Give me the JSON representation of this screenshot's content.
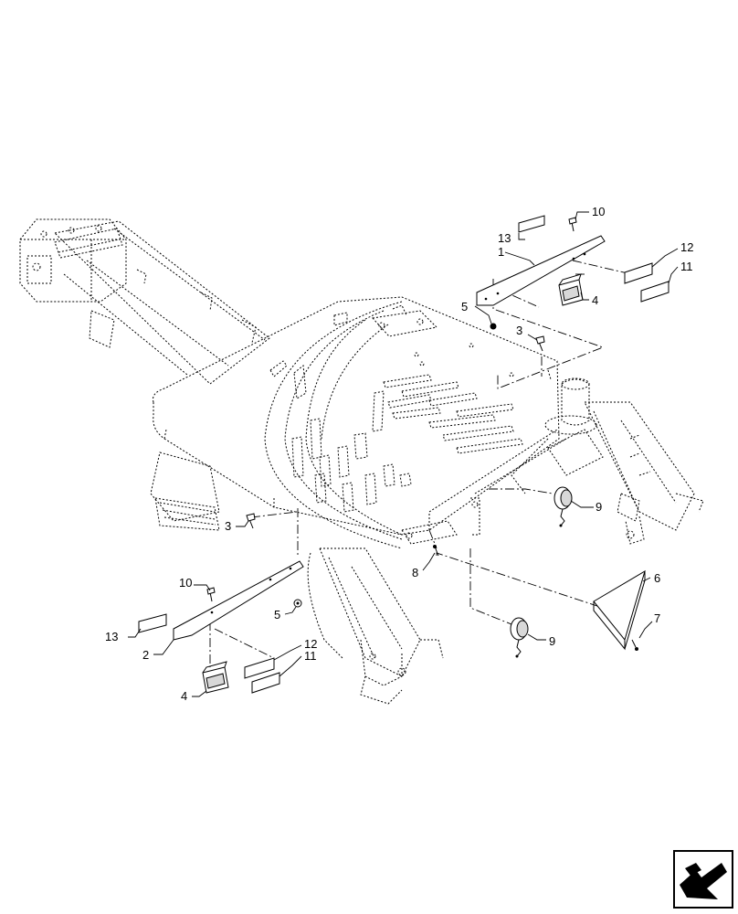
{
  "callouts": [
    {
      "id": "c13a",
      "text": "13"
    },
    {
      "id": "c10a",
      "text": "10"
    },
    {
      "id": "c1",
      "text": "1"
    },
    {
      "id": "c12a",
      "text": "12"
    },
    {
      "id": "c11a",
      "text": "11"
    },
    {
      "id": "c5a",
      "text": "5"
    },
    {
      "id": "c4a",
      "text": "4"
    },
    {
      "id": "c3a",
      "text": "3"
    },
    {
      "id": "c9a",
      "text": "9"
    },
    {
      "id": "c3b",
      "text": "3"
    },
    {
      "id": "c8",
      "text": "8"
    },
    {
      "id": "c6",
      "text": "6"
    },
    {
      "id": "c10b",
      "text": "10"
    },
    {
      "id": "c5b",
      "text": "5"
    },
    {
      "id": "c13b",
      "text": "13"
    },
    {
      "id": "c2",
      "text": "2"
    },
    {
      "id": "c12b",
      "text": "12"
    },
    {
      "id": "c11b",
      "text": "11"
    },
    {
      "id": "c4b",
      "text": "4"
    },
    {
      "id": "c9b",
      "text": "9"
    },
    {
      "id": "c7",
      "text": "7"
    }
  ],
  "icons": {
    "corner": "page-turn-arrow-icon"
  }
}
